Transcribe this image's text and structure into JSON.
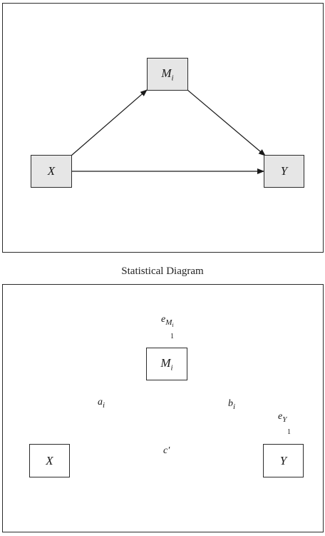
{
  "conceptual": {
    "nodes": {
      "x": "X",
      "m": "M",
      "m_sub": "i",
      "y": "Y"
    }
  },
  "statistical": {
    "caption": "Statistical Diagram",
    "nodes": {
      "x": "X",
      "m": "M",
      "m_sub": "i",
      "y": "Y"
    },
    "paths": {
      "a": "a",
      "a_sub": "i",
      "b": "b",
      "b_sub": "i",
      "c": "c′"
    },
    "errors": {
      "em": "e",
      "em_sub": "M",
      "em_sub_sub": "i",
      "em_weight": "1",
      "ey": "e",
      "ey_sub": "Y",
      "ey_weight": "1"
    }
  }
}
